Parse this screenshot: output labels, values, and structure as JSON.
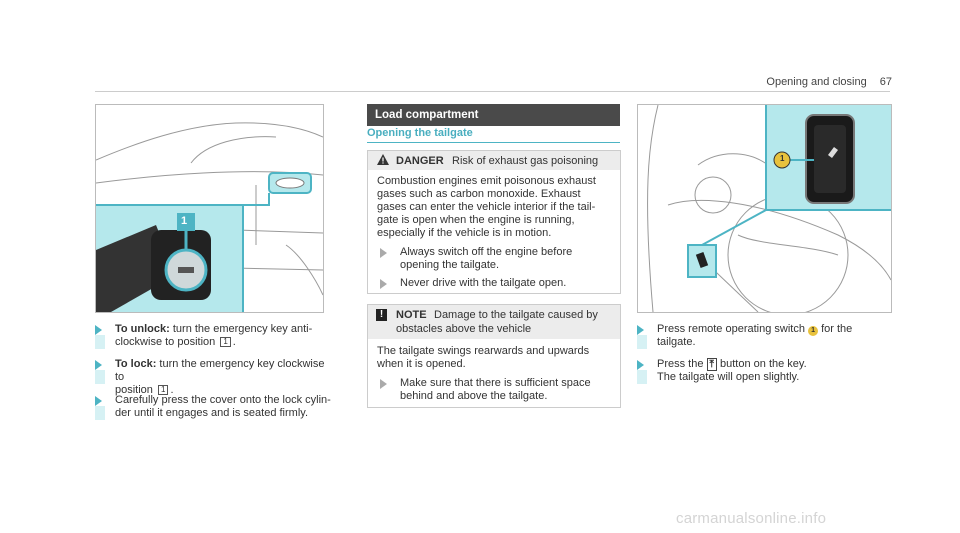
{
  "header": {
    "section": "Opening and closing",
    "page": "67"
  },
  "left": {
    "callout_number": "1",
    "steps": [
      {
        "lead": "To unlock:",
        "text_a": " turn the emergency key anti-",
        "text_b": "clockwise to position ",
        "num": "1",
        "text_c": "."
      },
      {
        "lead": "To lock:",
        "text_a": " turn the emergency key clockwise to",
        "text_b": "position ",
        "num": "1",
        "text_c": "."
      },
      {
        "lead": "",
        "text_a": "Carefully press the cover onto the lock cylin-",
        "text_b": "der until it engages and is seated firmly.",
        "num": "",
        "text_c": ""
      }
    ]
  },
  "middle": {
    "section_title": "Load compartment",
    "subtitle": "Opening the tailgate",
    "danger": {
      "label": "DANGER",
      "heading": "Risk of exhaust gas poisoning",
      "lines": [
        "Combustion engines emit poisonous exhaust",
        "gases such as carbon monoxide. Exhaust",
        "gases can enter the vehicle interior if the tail-",
        "gate is open when the engine is running,",
        "especially if the vehicle is in motion."
      ],
      "bullets": [
        [
          "Always switch off the engine before",
          "opening the tailgate."
        ],
        [
          "Never drive with the tailgate open."
        ]
      ]
    },
    "note": {
      "icon": "!",
      "label": "NOTE",
      "heading_a": "Damage to the tailgate caused by",
      "heading_b": "obstacles above the vehicle",
      "lines": [
        "The tailgate swings rearwards and upwards",
        "when it is opened."
      ],
      "bullet": [
        "Make sure that there is sufficient space",
        "behind and above the tailgate."
      ]
    }
  },
  "right": {
    "callout_number": "1",
    "steps": [
      {
        "a": "Press remote operating switch ",
        "callout": "1",
        "b": " for the",
        "c": "tailgate."
      },
      {
        "a": "Press the ",
        "button_glyph": "⤒",
        "b": " button on the key.",
        "c": "The tailgate will open slightly."
      }
    ]
  },
  "footer": {
    "watermark": "carmanualsonline.info"
  },
  "colors": {
    "accent": "#4db4c4",
    "highlight": "#b5e8ec",
    "callout": "#e8c23d",
    "section_bar": "#4a4a4a"
  }
}
